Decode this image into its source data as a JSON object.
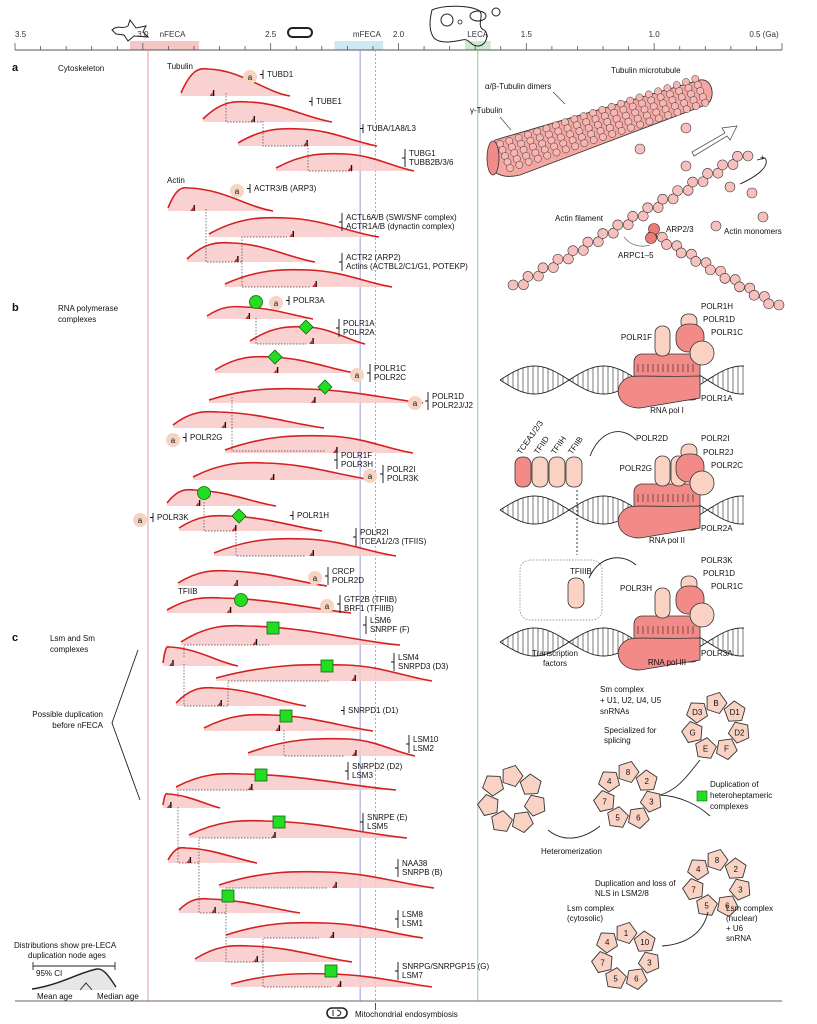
{
  "axis": {
    "unit": "(Ga)",
    "ticks": [
      "3.5",
      "3.0",
      "2.5",
      "2.0",
      "1.5",
      "1.0",
      "0.5"
    ],
    "min": 3.5,
    "max": 0.5,
    "markers": [
      {
        "label": "nFECA",
        "from": 3.05,
        "to": 2.78,
        "color": "#f6c5c5",
        "line": 2.98,
        "line_color": "#e89a9a"
      },
      {
        "label": "mFECA",
        "from": 2.25,
        "to": 2.06,
        "color": "#cfe8f0",
        "line": 2.15,
        "line_color": "#9b9bdc"
      },
      {
        "label": "LECA",
        "from": 1.74,
        "to": 1.64,
        "color": "#cfe9cf",
        "line": 1.69,
        "line_color": "#8fcf8f"
      }
    ],
    "mito_line": 2.09,
    "mito_label": "Mitochondrial endosymbiosis"
  },
  "panels": [
    {
      "letter": "a",
      "title": "Cytoskeleton"
    },
    {
      "letter": "b",
      "title": "RNA polymerase complexes"
    },
    {
      "letter": "c",
      "title": "Lsm and Sm complexes"
    }
  ],
  "sublabels": {
    "tubulin": "Tubulin",
    "actin": "Actin",
    "tfiib": "TFIIB"
  },
  "possible_dup": "Possible duplication before nFECA",
  "gene_labels": [
    {
      "id": "tubd1",
      "lines": [
        "TUBD1"
      ],
      "a": true
    },
    {
      "id": "tube1",
      "lines": [
        "TUBE1"
      ],
      "a": false
    },
    {
      "id": "tuba",
      "lines": [
        "TUBA/1A8/L3"
      ],
      "a": false
    },
    {
      "id": "tubg",
      "lines": [
        "TUBG1",
        "TUBB2B/3/6"
      ],
      "a": false
    },
    {
      "id": "actr3",
      "lines": [
        "ACTR3/B (ARP3)"
      ],
      "a": true
    },
    {
      "id": "actl6",
      "lines": [
        "ACTL6A/B (SWI/SNF complex)",
        "ACTR1A/B (dynactin complex)"
      ],
      "a": false
    },
    {
      "id": "actr2",
      "lines": [
        "ACTR2 (ARP2)",
        "Actins (ACTBL2/C1/G1, POTEKP)"
      ],
      "a": false
    },
    {
      "id": "polr3a",
      "lines": [
        "POLR3A"
      ],
      "a": true
    },
    {
      "id": "polr1a",
      "lines": [
        "POLR1A",
        "POLR2A"
      ],
      "a": false
    },
    {
      "id": "polr1c",
      "lines": [
        "POLR1C",
        "POLR2C"
      ],
      "a": true
    },
    {
      "id": "polr1d",
      "lines": [
        "POLR1D",
        "POLR2J/J2"
      ],
      "a": true
    },
    {
      "id": "polr2g",
      "lines": [
        "POLR2G"
      ],
      "a": true
    },
    {
      "id": "polr1f",
      "lines": [
        "POLR1F",
        "POLR3H"
      ],
      "a": false
    },
    {
      "id": "polr2i",
      "lines": [
        "POLR2I",
        "POLR3K"
      ],
      "a": true
    },
    {
      "id": "polr3k",
      "lines": [
        "POLR3K"
      ],
      "a": true
    },
    {
      "id": "polr1h",
      "lines": [
        "POLR1H"
      ],
      "a": false
    },
    {
      "id": "polr2i_b",
      "lines": [
        "POLR2I",
        "TCEA1/2/3 (TFIIS)"
      ],
      "a": false
    },
    {
      "id": "crcp",
      "lines": [
        "CRCP",
        "POLR2D"
      ],
      "a": true
    },
    {
      "id": "gtf2b",
      "lines": [
        "GTF2B (TFIIB)",
        "BRF1 (TFIIIB)"
      ],
      "a": true
    },
    {
      "id": "lsm6",
      "lines": [
        "LSM6",
        "SNRPF (F)"
      ],
      "a": false
    },
    {
      "id": "lsm4",
      "lines": [
        "LSM4",
        "SNRPD3 (D3)"
      ],
      "a": false
    },
    {
      "id": "snrpd1",
      "lines": [
        "SNRPD1 (D1)"
      ],
      "a": false
    },
    {
      "id": "lsm10",
      "lines": [
        "LSM10",
        "LSM2"
      ],
      "a": false
    },
    {
      "id": "snrpd2",
      "lines": [
        "SNRPD2 (D2)",
        "LSM3"
      ],
      "a": false
    },
    {
      "id": "snrpe",
      "lines": [
        "SNRPE (E)",
        "LSM5"
      ],
      "a": false
    },
    {
      "id": "naa38",
      "lines": [
        "NAA38",
        "SNRPB (B)"
      ],
      "a": false
    },
    {
      "id": "lsm8",
      "lines": [
        "LSM8",
        "LSM1"
      ],
      "a": false
    },
    {
      "id": "snrpg",
      "lines": [
        "SNRPG/SNRPGP15 (G)",
        "LSM7"
      ],
      "a": false
    }
  ],
  "badge_letter": "a",
  "cytoskeleton_art": {
    "microtubule": "Tubulin microtubule",
    "dimers": "α/β-Tubulin dimers",
    "gamma": "γ-Tubulin",
    "filament": "Actin filament",
    "arp23": "ARP2/3",
    "arpc": "ARPC1–5",
    "monomers": "Actin monomers",
    "plus": "+"
  },
  "polymerase_art": {
    "pol1": {
      "name": "RNA pol I",
      "labels": [
        "POLR1H",
        "POLR1D",
        "POLR1C",
        "POLR1F",
        "POLR1A"
      ]
    },
    "pol2": {
      "name": "RNA pol II",
      "labels": [
        "POLR2D",
        "POLR2I",
        "POLR2J",
        "POLR2C",
        "POLR2G",
        "POLR2A"
      ]
    },
    "pol3": {
      "name": "RNA pol III",
      "labels": [
        "POLR3K",
        "POLR1D",
        "POLR1C",
        "POLR3H",
        "POLR3A"
      ]
    },
    "tfs": [
      "TCEA1/2/3",
      "TFIID",
      "TFIIH",
      "TFIIB"
    ],
    "tfiiib": "TFIIIB",
    "tf_caption": "Transcription factors"
  },
  "lsm_art": {
    "sm_title": [
      "Sm complex",
      "+ U1, U2, U4, U5",
      "snRNAs"
    ],
    "sm_spec": [
      "Specialized for",
      "splicing"
    ],
    "sm_ring": [
      "B",
      "D1",
      "D2",
      "F",
      "E",
      "G",
      "D3"
    ],
    "hetero_ring": [
      "8",
      "2",
      "3",
      "6",
      "5",
      "7",
      "4"
    ],
    "nuclear_ring": [
      "8",
      "2",
      "3",
      "6",
      "5",
      "7",
      "4"
    ],
    "cyto_ring": [
      "1",
      "10",
      "3",
      "6",
      "5",
      "7",
      "4"
    ],
    "heteromerization": "Heteromerization",
    "dup_hetero": [
      "Duplication of",
      "heteroheptameric",
      "complexes"
    ],
    "dup_nls": [
      "Duplication and loss of",
      "NLS in LSM2/8"
    ],
    "lsm_cyto": [
      "Lsm complex",
      "(cytosolic)"
    ],
    "lsm_nuclear": [
      "Lsm complex",
      "(nuclear)",
      "+ U6",
      "snRNA"
    ]
  },
  "legend": {
    "title": [
      "Distributions show pre-LECA",
      "duplication node ages"
    ],
    "ci": "95% CI",
    "mean": "Mean age",
    "median": "Median age"
  },
  "colors": {
    "curve": "#d42020",
    "fill": "#f9c9c9",
    "marker": "#22dd22",
    "badge": "#f7d3c2"
  }
}
